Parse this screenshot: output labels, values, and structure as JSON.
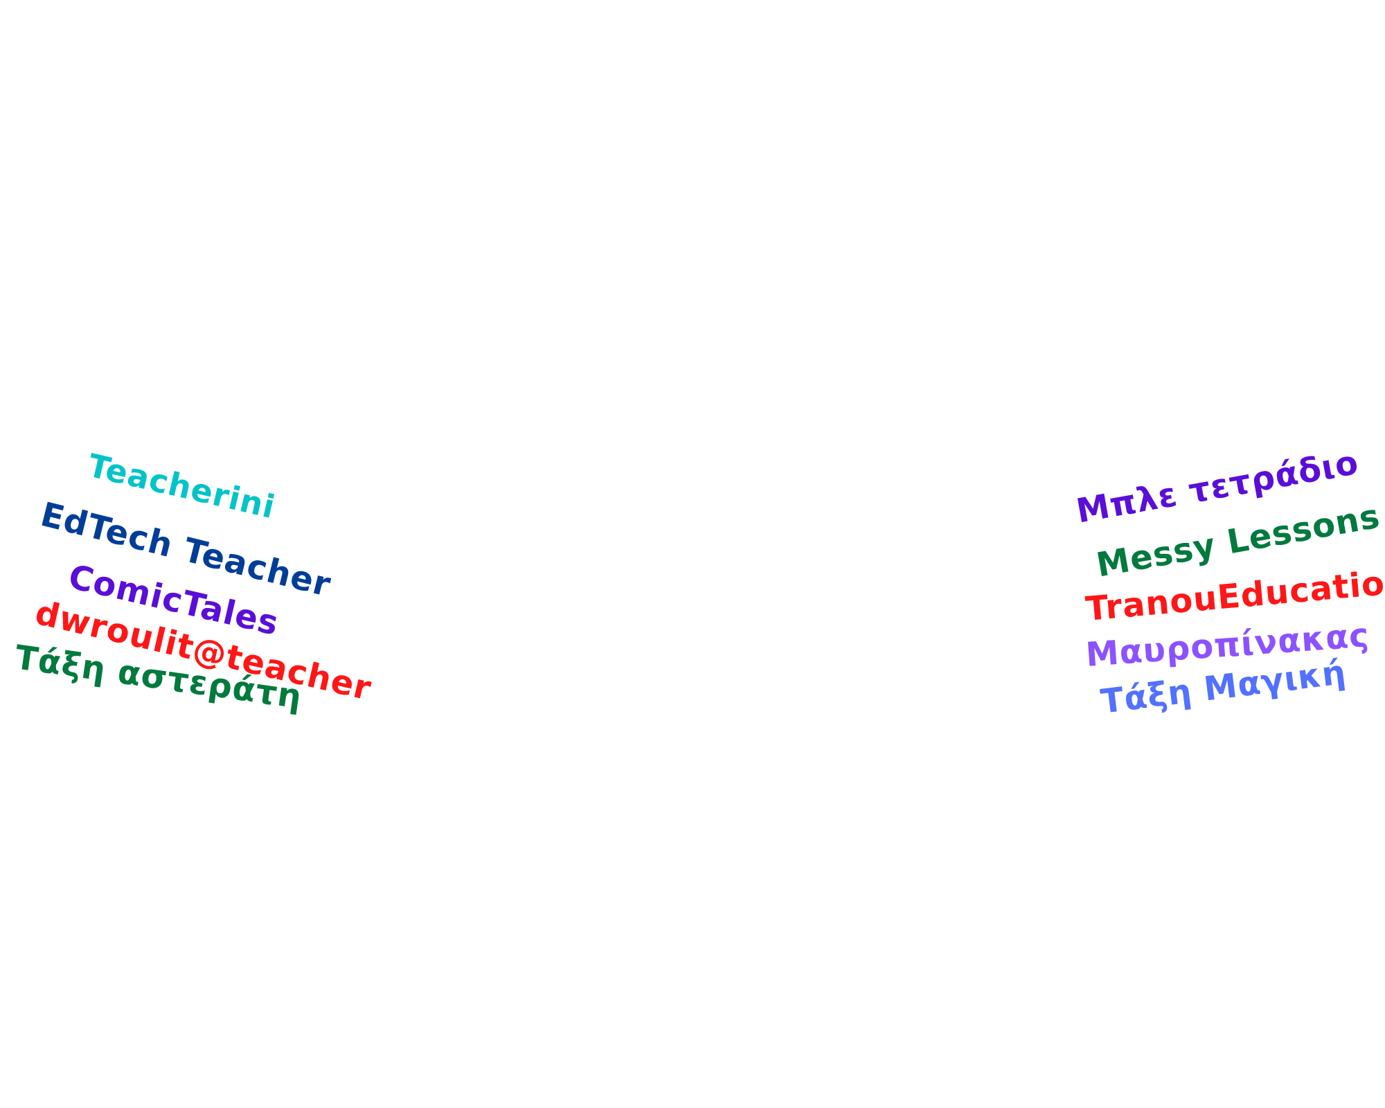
{
  "left_credits": [
    {
      "text": "Teacherini",
      "color": "#00c4c8"
    },
    {
      "text": "EdTech Teacher",
      "color": "#003d99"
    },
    {
      "text": "ComicTales",
      "color": "#5a0ed8"
    },
    {
      "text": "dwroulit@teacher",
      "color": "#ff1616"
    },
    {
      "text": "Τάξη αστεράτη",
      "color": "#007a3d"
    }
  ],
  "right_credits": [
    {
      "text": "Μπλε τετράδιο",
      "color": "#5a0ed8"
    },
    {
      "text": "Messy Lessons",
      "color": "#007a3d"
    },
    {
      "text": "TranouEducation",
      "color": "#ff1616"
    },
    {
      "text": "Μαυροπίνακας",
      "color": "#8c52ff"
    },
    {
      "text": "Τάξη Μαγική",
      "color": "#5271ff"
    }
  ]
}
